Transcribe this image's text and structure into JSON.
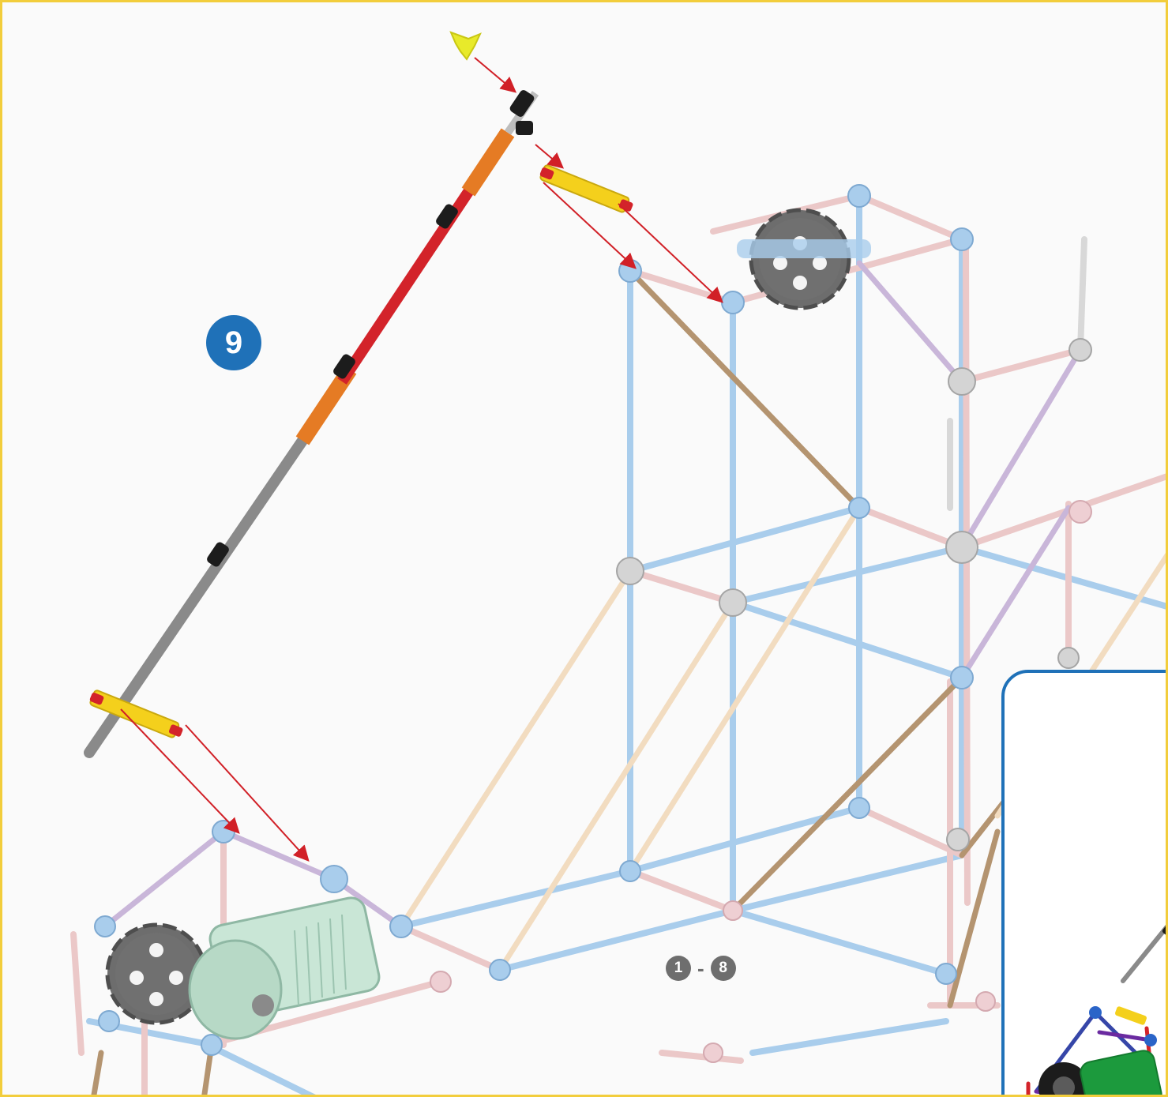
{
  "step_number": "9",
  "previous_steps": {
    "from": "1",
    "separator": "-",
    "to": "8"
  },
  "colors": {
    "step_badge": "#1f71b8",
    "page_border": "#f2cd3c",
    "arrow": "#d12027",
    "rod_red": "#d3232a",
    "rod_gray": "#8a8a8a",
    "connector_orange": "#e57b24",
    "connector_yellow": "#f4d01c",
    "rod_blue": "#a9cdec",
    "rod_pink": "#ebc8c8",
    "rod_tan": "#b49470",
    "motor": "#c9e6d6",
    "inset_border": "#1f71b8"
  },
  "icons": [
    "k-nex-rod",
    "k-nex-connector",
    "gear",
    "motor",
    "assembly-arrow"
  ]
}
